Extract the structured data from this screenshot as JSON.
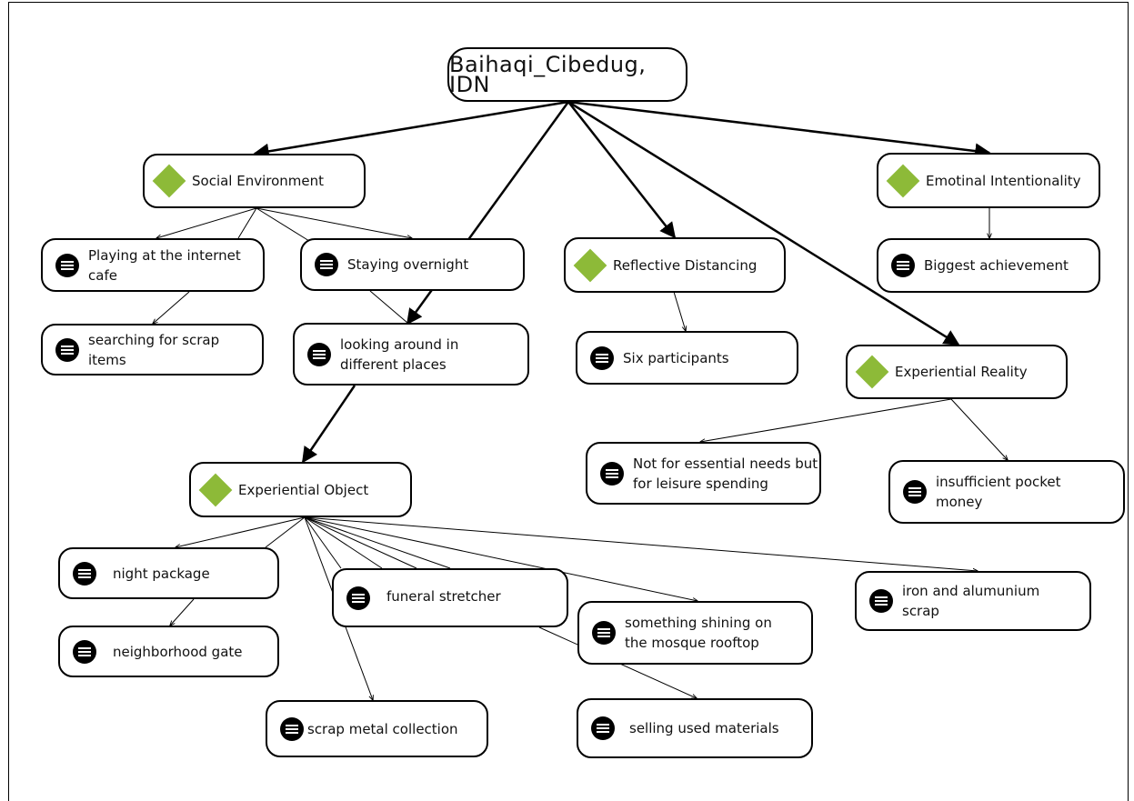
{
  "colors": {
    "category_icon": "#8dba38",
    "note_icon": "#000000",
    "line": "#000000"
  },
  "root": {
    "label": "Baihaqi_Cibedug, IDN"
  },
  "nodes": {
    "social_environment": {
      "label": "Social Environment",
      "icon": "diamond-icon"
    },
    "emotional_intentionality": {
      "label": "Emotinal Intentionality",
      "icon": "diamond-icon"
    },
    "reflective_distancing": {
      "label": "Reflective  Distancing",
      "icon": "diamond-icon"
    },
    "experiential_reality": {
      "label": "Experiential Reality",
      "icon": "diamond-icon"
    },
    "experiential_object": {
      "label": "Experiential Object",
      "icon": "diamond-icon"
    },
    "playing_internet_cafe": {
      "label": "Playing at the internet cafe",
      "icon": "note-icon"
    },
    "staying_overnight": {
      "label": "Staying overnight",
      "icon": "note-icon"
    },
    "biggest_achievement": {
      "label": "Biggest achievement",
      "icon": "note-icon"
    },
    "searching_scrap": {
      "label": "searching for scrap items",
      "icon": "note-icon"
    },
    "looking_around": {
      "label": "looking around in different places",
      "icon": "note-icon"
    },
    "six_participants": {
      "label": "Six participants",
      "icon": "note-icon"
    },
    "not_essential_needs": {
      "label": "Not for essential needs but for leisure spending",
      "icon": "note-icon"
    },
    "insufficient_money": {
      "label": "insufficient pocket money",
      "icon": "note-icon"
    },
    "night_package": {
      "label": "night package",
      "icon": "note-icon"
    },
    "funeral_stretcher": {
      "label": "funeral stretcher",
      "icon": "note-icon"
    },
    "iron_aluminium": {
      "label": "iron and alumunium scrap",
      "icon": "note-icon"
    },
    "something_shining": {
      "label": "something shining on the mosque rooftop",
      "icon": "note-icon"
    },
    "neighborhood_gate": {
      "label": "neighborhood gate",
      "icon": "note-icon"
    },
    "scrap_metal": {
      "label": "scrap metal collection",
      "icon": "note-icon"
    },
    "selling_used": {
      "label": "selling used materials",
      "icon": "note-icon"
    }
  }
}
